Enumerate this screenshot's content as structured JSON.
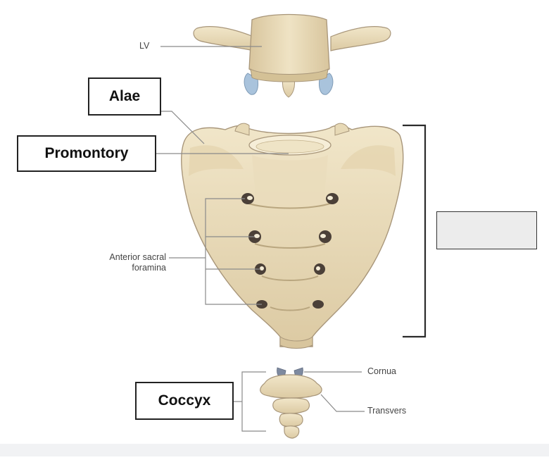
{
  "labels": {
    "lv": "LV",
    "alae": "Alae",
    "promontory": "Promontory",
    "anterior_sacral_foramina_line1": "Anterior sacral",
    "anterior_sacral_foramina_line2": "foramina",
    "coccyx": "Coccyx",
    "cornua": "Cornua",
    "transverse": "Transvers",
    "sacrum_blank": ""
  },
  "colors": {
    "bone": "#e9dcbc",
    "bone_shadow": "#c9b791",
    "bone_outline": "#a8967a",
    "cartilage_blue": "#a9c3dc",
    "leader_line": "#8a8a8a",
    "box_border": "#222222",
    "blank_box_fill": "#ececec",
    "background": "#ffffff"
  }
}
